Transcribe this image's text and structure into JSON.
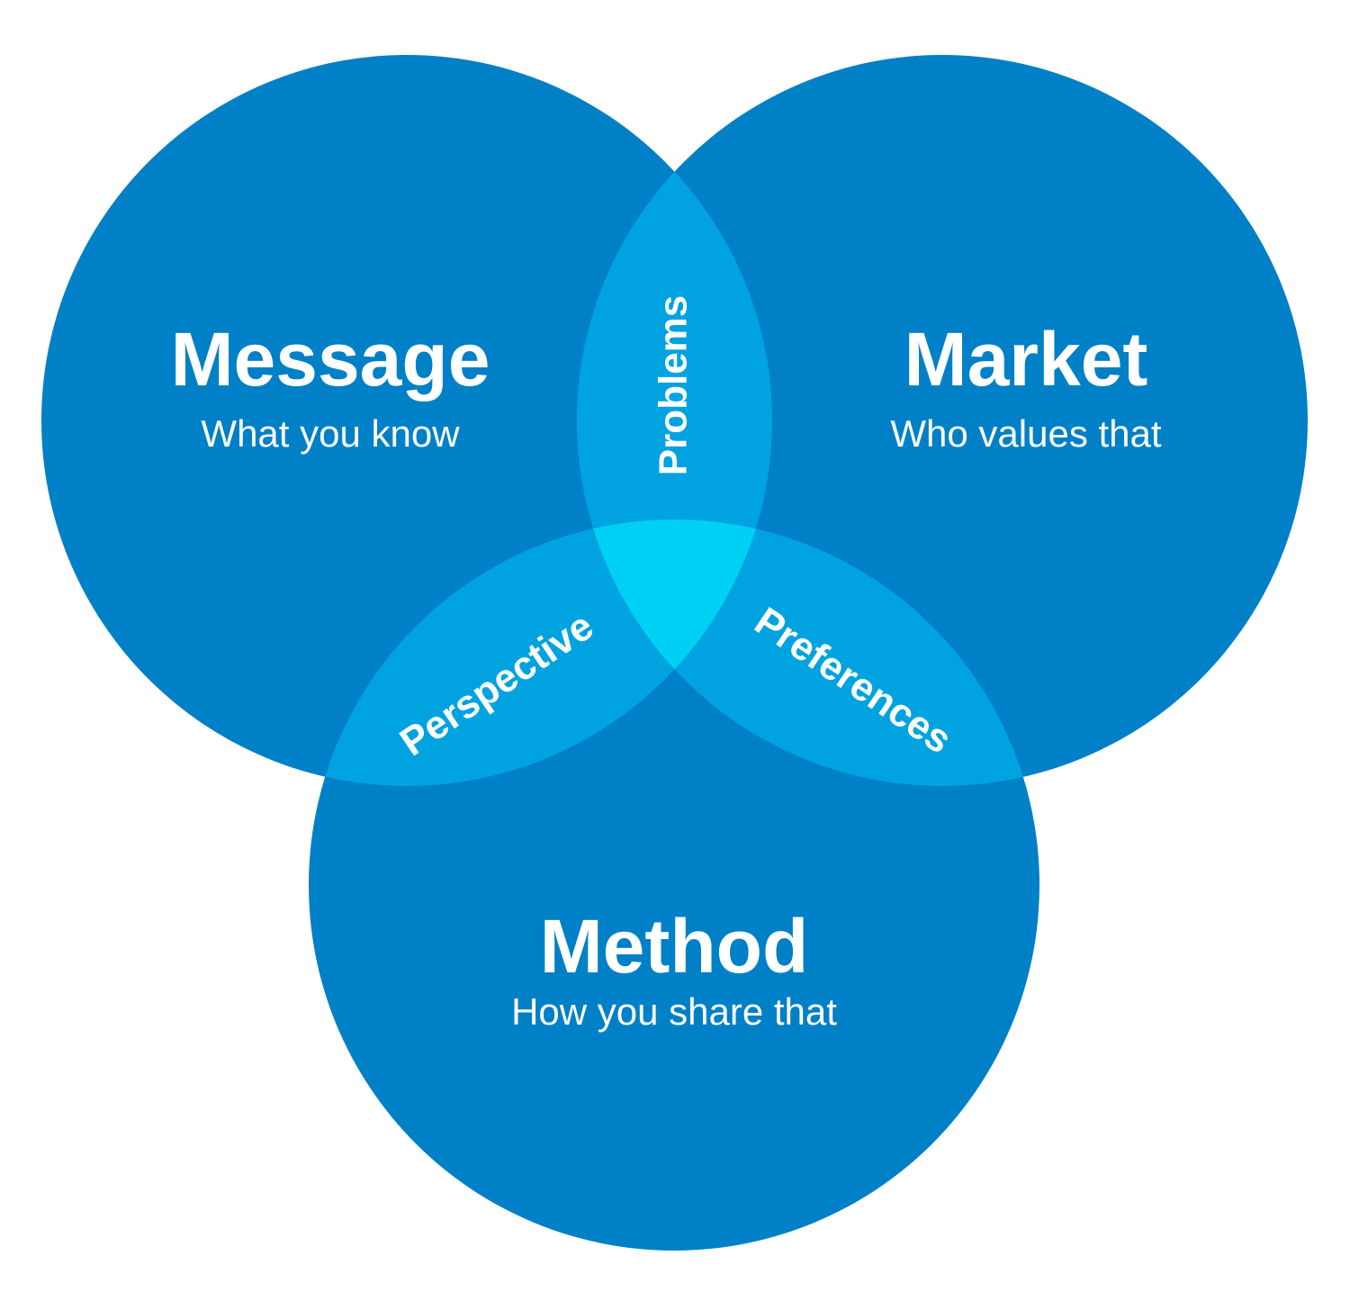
{
  "colors": {
    "circle": "#0080c6",
    "pair_overlap": "#00a3df",
    "triple_overlap": "#00d0f4",
    "text": "#ffffff",
    "background": "#ffffff"
  },
  "circles": {
    "message": {
      "title": "Message",
      "subtitle": "What you know"
    },
    "market": {
      "title": "Market",
      "subtitle": "Who values that"
    },
    "method": {
      "title": "Method",
      "subtitle": "How you share that"
    }
  },
  "overlaps": {
    "message_market": "Problems",
    "message_method": "Perspective",
    "market_method": "Preferences"
  }
}
